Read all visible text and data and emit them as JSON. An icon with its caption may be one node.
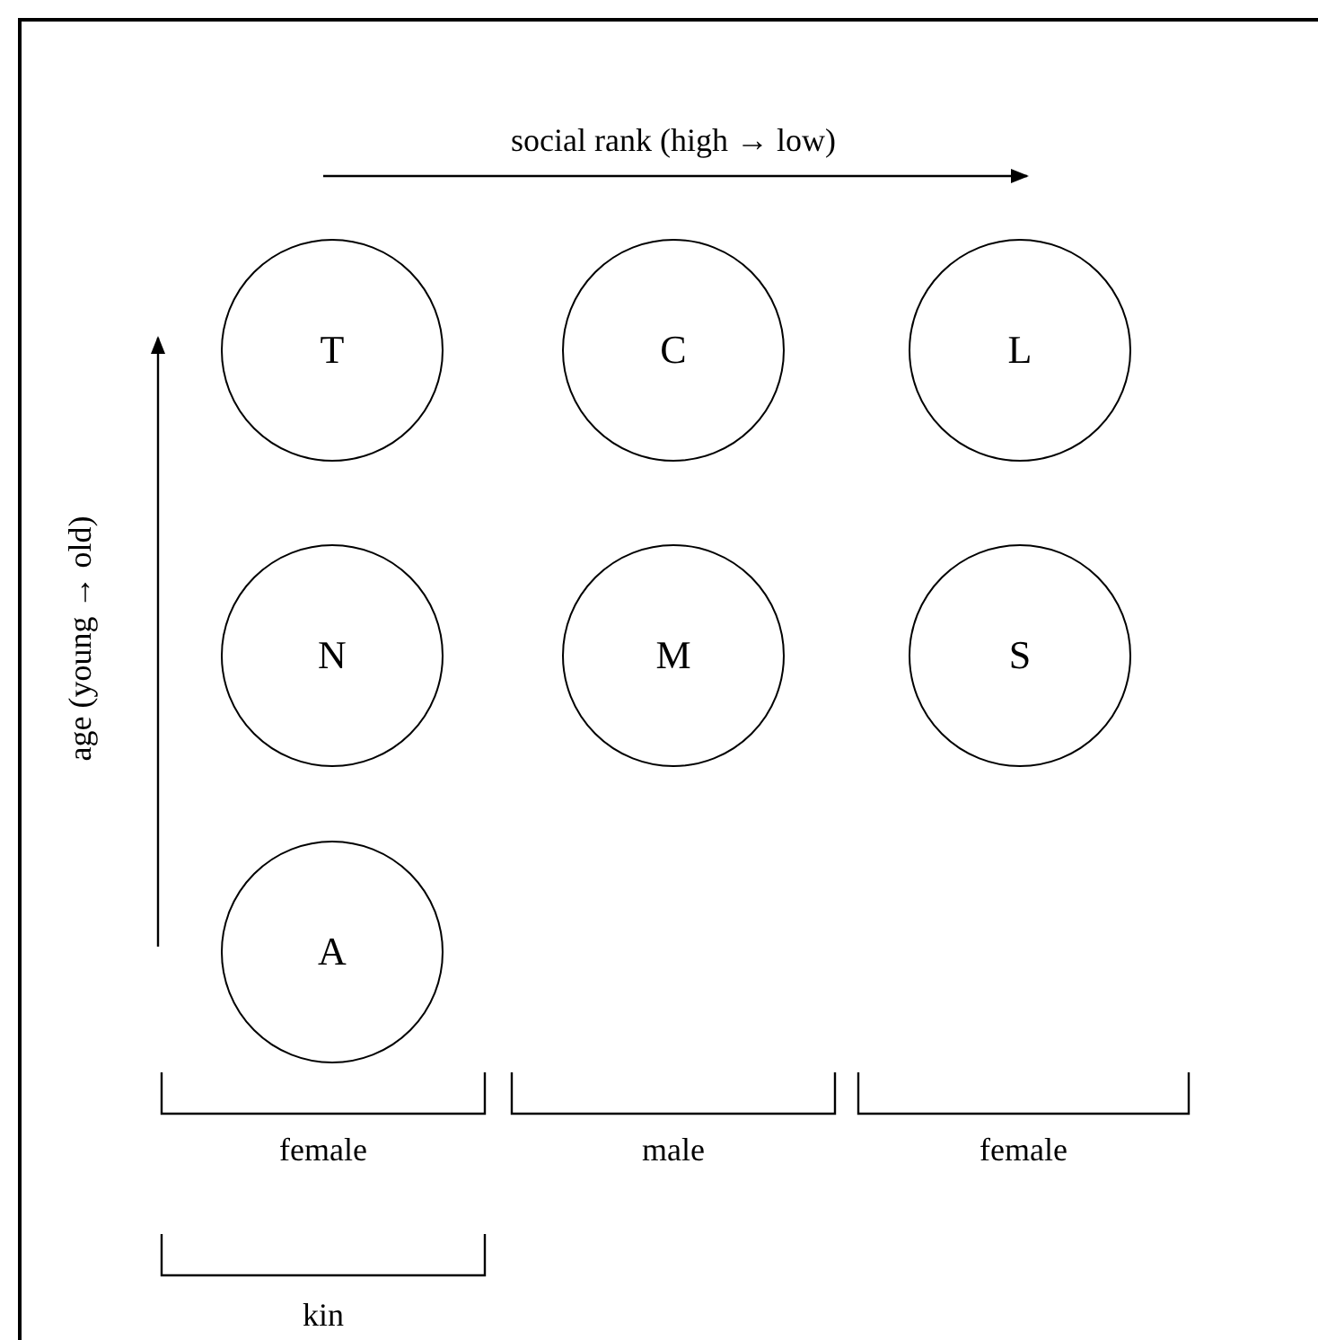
{
  "diagram": {
    "nodes": [
      {
        "text": [
          "T"
        ]
      },
      {
        "text": [
          "C"
        ]
      },
      {
        "text": [
          "L"
        ]
      },
      {
        "text": [
          "N"
        ]
      },
      {
        "text": [
          "M"
        ]
      },
      {
        "text": [
          "S"
        ]
      },
      {
        "text": [
          "A"
        ]
      }
    ],
    "labels": [
      "social rank (high → low)",
      "age (young → old)",
      "female",
      "male",
      "female",
      "kin"
    ]
  }
}
